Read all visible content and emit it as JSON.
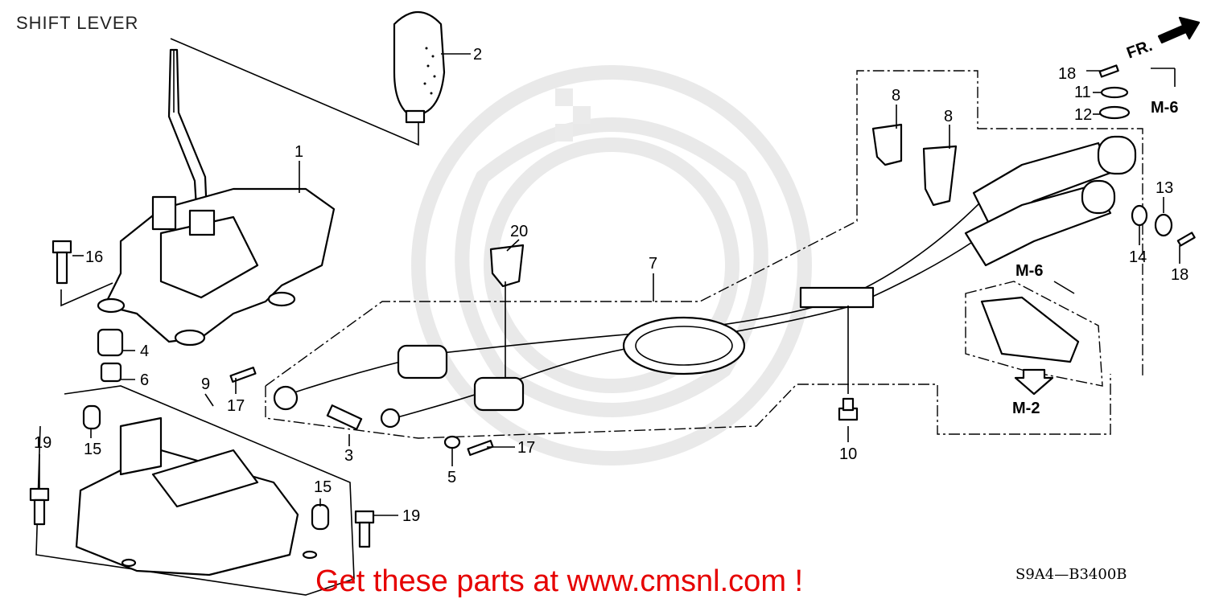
{
  "title": "SHIFT LEVER",
  "diagram_code": "S9A4—B3400B",
  "promo_text": "Get these parts at www.cmsnl.com !",
  "direction_label": "FR.",
  "references": {
    "m6_top": "M-6",
    "m6_mid": "M-6",
    "m2": "M-2"
  },
  "callouts": [
    {
      "id": "c1",
      "label": "1"
    },
    {
      "id": "c2",
      "label": "2"
    },
    {
      "id": "c3",
      "label": "3"
    },
    {
      "id": "c4",
      "label": "4"
    },
    {
      "id": "c5",
      "label": "5"
    },
    {
      "id": "c6",
      "label": "6"
    },
    {
      "id": "c7",
      "label": "7"
    },
    {
      "id": "c8a",
      "label": "8"
    },
    {
      "id": "c8b",
      "label": "8"
    },
    {
      "id": "c9",
      "label": "9"
    },
    {
      "id": "c10",
      "label": "10"
    },
    {
      "id": "c11",
      "label": "11"
    },
    {
      "id": "c12",
      "label": "12"
    },
    {
      "id": "c13",
      "label": "13"
    },
    {
      "id": "c14",
      "label": "14"
    },
    {
      "id": "c15a",
      "label": "15"
    },
    {
      "id": "c15b",
      "label": "15"
    },
    {
      "id": "c16",
      "label": "16"
    },
    {
      "id": "c17a",
      "label": "17"
    },
    {
      "id": "c17b",
      "label": "17"
    },
    {
      "id": "c18a",
      "label": "18"
    },
    {
      "id": "c18b",
      "label": "18"
    },
    {
      "id": "c19a",
      "label": "19"
    },
    {
      "id": "c19b",
      "label": "19"
    },
    {
      "id": "c20",
      "label": "20"
    }
  ]
}
